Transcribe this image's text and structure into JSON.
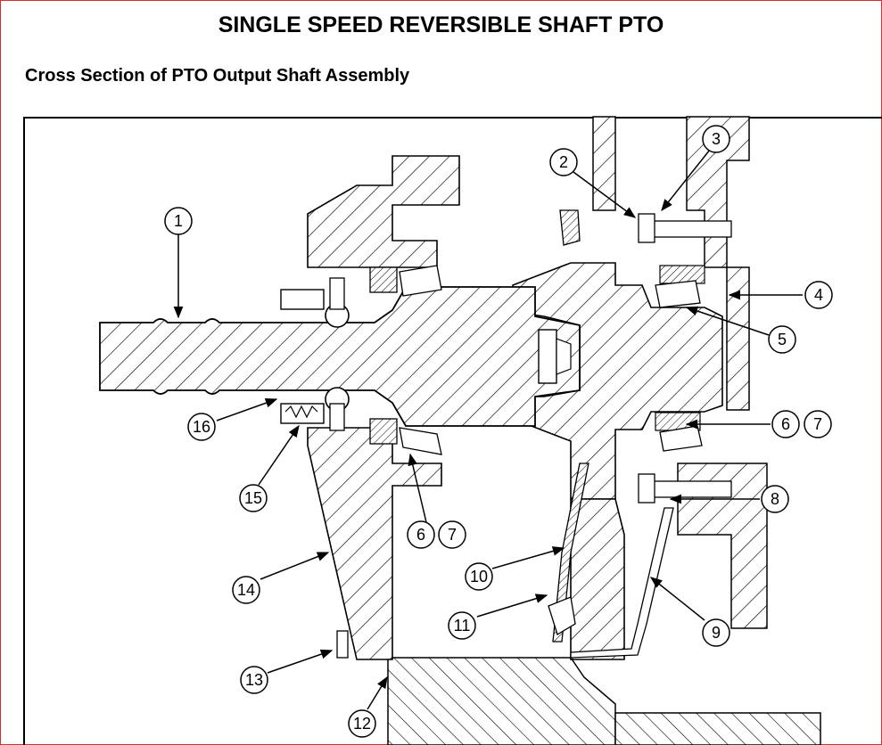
{
  "header": {
    "title": "SINGLE SPEED REVERSIBLE SHAFT PTO",
    "subtitle": "Cross Section of PTO Output Shaft Assembly"
  },
  "callouts": {
    "c1": "1",
    "c2": "2",
    "c3": "3",
    "c4": "4",
    "c5": "5",
    "c6a": "6",
    "c7a": "7",
    "c6b": "6",
    "c7b": "7",
    "c8": "8",
    "c9": "9",
    "c10": "10",
    "c11": "11",
    "c12": "12",
    "c13": "13",
    "c14": "14",
    "c15": "15",
    "c16": "16"
  }
}
